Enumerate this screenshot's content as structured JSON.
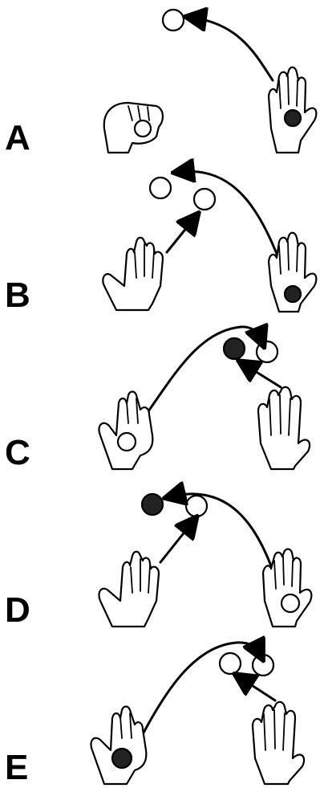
{
  "panels": [
    {
      "label": "A",
      "balls": [
        "white",
        "dark"
      ],
      "description_icons": [
        "fist-icon",
        "open-hand-icon"
      ]
    },
    {
      "label": "B",
      "balls": [
        "white",
        "white",
        "dark"
      ]
    },
    {
      "label": "C",
      "balls": [
        "dark",
        "white",
        "white"
      ]
    },
    {
      "label": "D",
      "balls": [
        "dark",
        "white",
        "white"
      ]
    },
    {
      "label": "E",
      "balls": [
        "white",
        "white",
        "dark"
      ]
    }
  ],
  "colors": {
    "ink": "#000000",
    "dark_ball": "#222222",
    "background": "#ffffff"
  }
}
